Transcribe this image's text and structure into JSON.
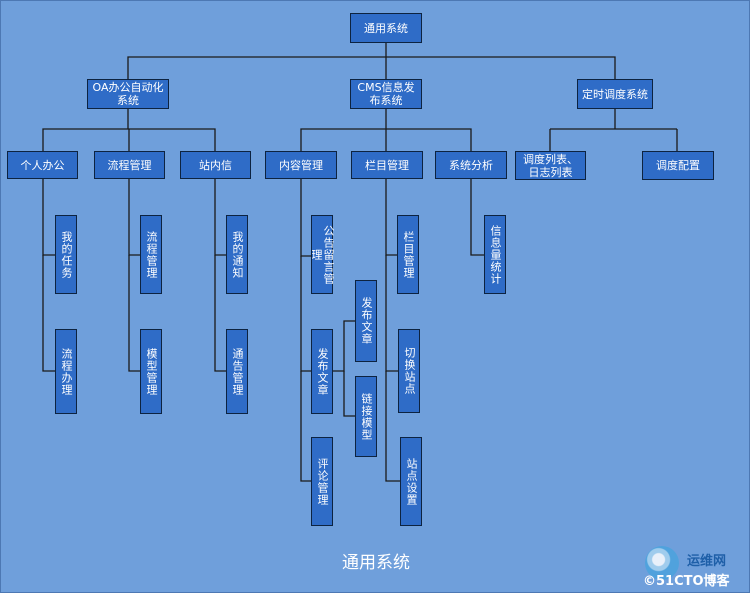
{
  "diagram": {
    "root": "通用系统",
    "modules": {
      "oa": "OA办公自动化系统",
      "cms": "CMS信息发布系统",
      "sched": "定时调度系统"
    },
    "oa_children": {
      "personal": "个人办公",
      "workflow": "流程管理",
      "internal_mail": "站内信"
    },
    "cms_children": {
      "content": "内容管理",
      "column": "栏目管理",
      "analysis": "系统分析"
    },
    "sched_children": {
      "list": "调度列表、日志列表",
      "config": "调度配置"
    },
    "leaves": {
      "my_tasks": "我的任务",
      "flow_handle": "流程办理",
      "flow_manage": "流程管理",
      "model_manage": "模型管理",
      "my_notice": "我的通知",
      "notice_manage": "通告管理",
      "announce_manage": "公告留言管理",
      "publish_article": "发布文章",
      "comment_manage": "评论管理",
      "publish_article_sub": "发布文章",
      "link_model": "链接模型",
      "column_manage": "栏目管理",
      "switch_site": "切换站点",
      "site_settings": "站点设置",
      "info_stats": "信息量统计"
    },
    "caption": "通用系统"
  },
  "watermark": {
    "logo_icon": "51cto-logo-icon",
    "top": "运维网",
    "bottom": "©51CTO博客"
  },
  "colors": {
    "background": "#6f9fdb",
    "node_fill": "#2f6cc7",
    "node_border": "#0d2340",
    "line": "#1a1a1a"
  }
}
